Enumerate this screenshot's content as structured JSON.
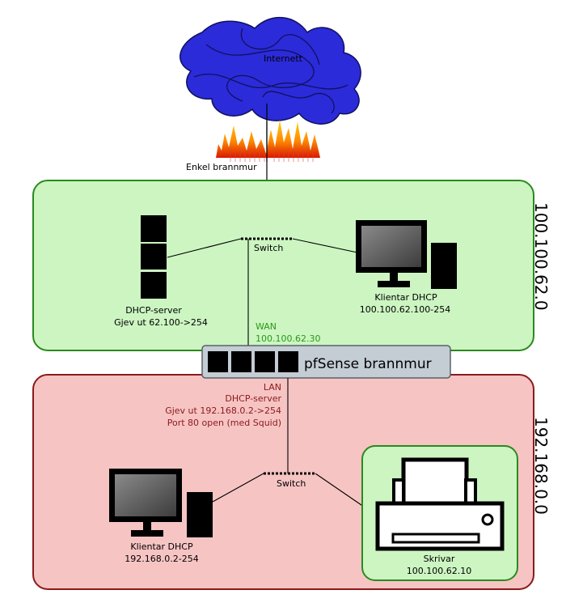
{
  "internet": {
    "label": "Internett"
  },
  "simple_firewall": {
    "label": "Enkel brannmur"
  },
  "wan_network": {
    "subnet_label": "100.100.62.0",
    "switch_label": "Switch",
    "dhcp_server": {
      "name": "DHCP-server",
      "detail": "Gjev ut 62.100->254"
    },
    "client": {
      "name": "Klientar DHCP",
      "detail": "100.100.62.100-254"
    }
  },
  "pfsense": {
    "label": "pfSense brannmur",
    "wan": {
      "label": "WAN",
      "ip": "100.100.62.30"
    },
    "lan": {
      "label": "LAN",
      "role": "DHCP-server",
      "range": "Gjev ut 192.168.0.2->254",
      "port": "Port 80 open (med Squid)"
    }
  },
  "lan_network": {
    "subnet_label": "192.168.0.0",
    "switch_label": "Switch",
    "client": {
      "name": "Klientar DHCP",
      "detail": "192.168.0.2-254"
    },
    "printer": {
      "name": "Skrivar",
      "ip": "100.100.62.10"
    }
  },
  "colors": {
    "wan_fill": "#ccf5c2",
    "wan_stroke": "#2a8a1e",
    "lan_fill": "#f7c4c4",
    "lan_stroke": "#8b1a1a",
    "wan_text": "#2a9a1a",
    "lan_text": "#8b1a1a",
    "cloud_fill": "#2b2bd9"
  }
}
